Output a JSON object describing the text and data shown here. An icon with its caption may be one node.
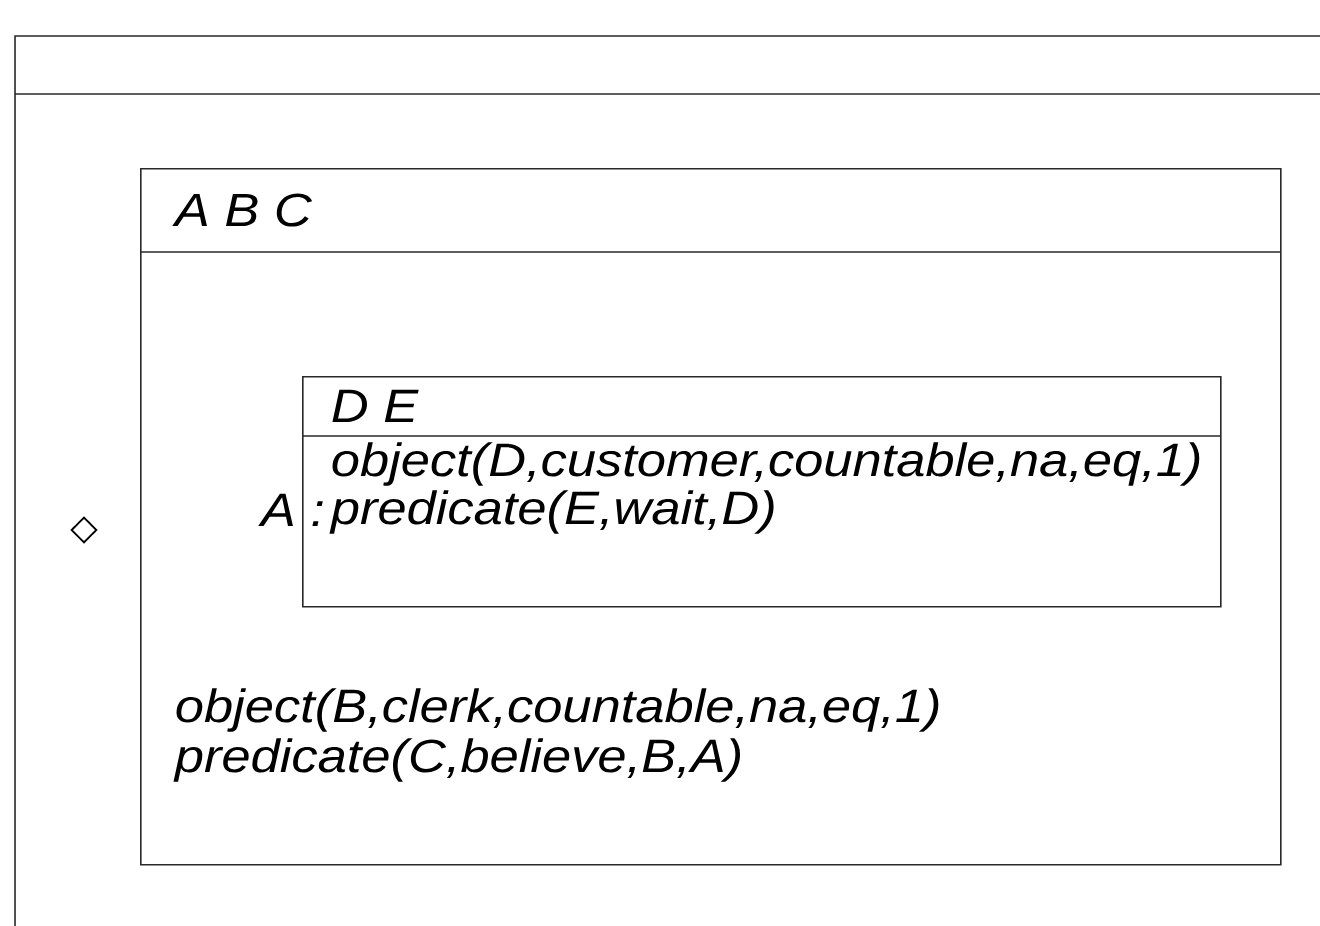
{
  "diagram": {
    "nodes": [
      {
        "text": [
          "◇"
        ]
      },
      {
        "text": [
          "A B C",
          "object(B,clerk,countable,na,eq,1)",
          "predicate(C,believe,B,A)"
        ],
        "in": 0
      },
      {
        "text": [
          "D E",
          "object(D,customer,countable,na,eq,1)",
          "predicate(E,wait,D)"
        ],
        "in": 1,
        "beside": [
          "A :"
        ]
      }
    ]
  }
}
